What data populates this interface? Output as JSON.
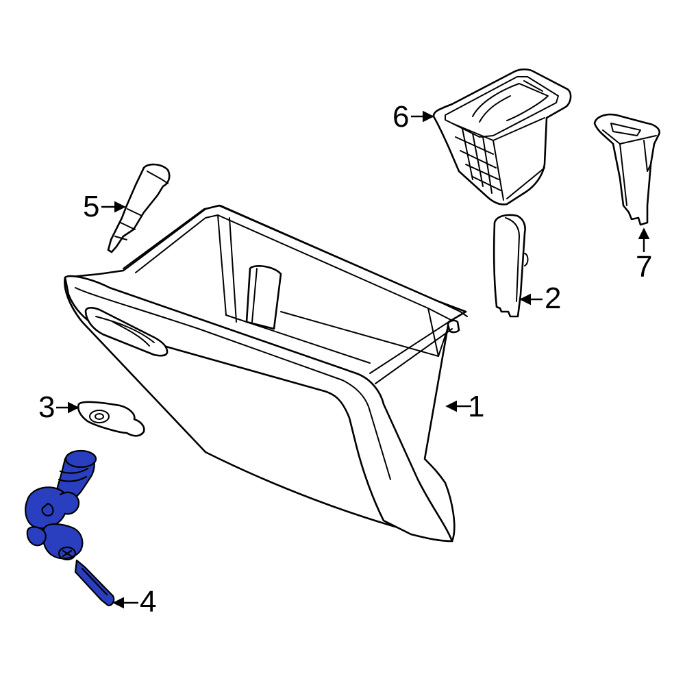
{
  "colors": {
    "line": "#000000",
    "background": "#ffffff",
    "highlight": "#2a3fbf"
  },
  "callouts": [
    {
      "id": "1",
      "label": "1"
    },
    {
      "id": "2",
      "label": "2"
    },
    {
      "id": "3",
      "label": "3"
    },
    {
      "id": "4",
      "label": "4"
    },
    {
      "id": "5",
      "label": "5"
    },
    {
      "id": "6",
      "label": "6"
    },
    {
      "id": "7",
      "label": "7"
    }
  ]
}
